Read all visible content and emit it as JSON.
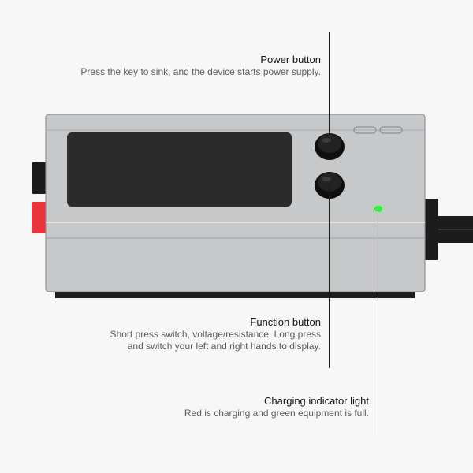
{
  "callouts": {
    "power": {
      "title": "Power button",
      "description": "Press the key to sink, and the device starts power supply."
    },
    "function": {
      "title": "Function button",
      "description_line1": "Short press switch, voltage/resistance. Long press",
      "description_line2": "and switch your left and right hands to display."
    },
    "charging": {
      "title": "Charging indicator light",
      "description": "Red is charging and green equipment is full."
    }
  },
  "colors": {
    "background": "#f7f7f7",
    "device_body": "#c6c8ca",
    "screen": "#2b2b2b",
    "led": "#39e84a",
    "red_terminal": "#e8343a"
  }
}
